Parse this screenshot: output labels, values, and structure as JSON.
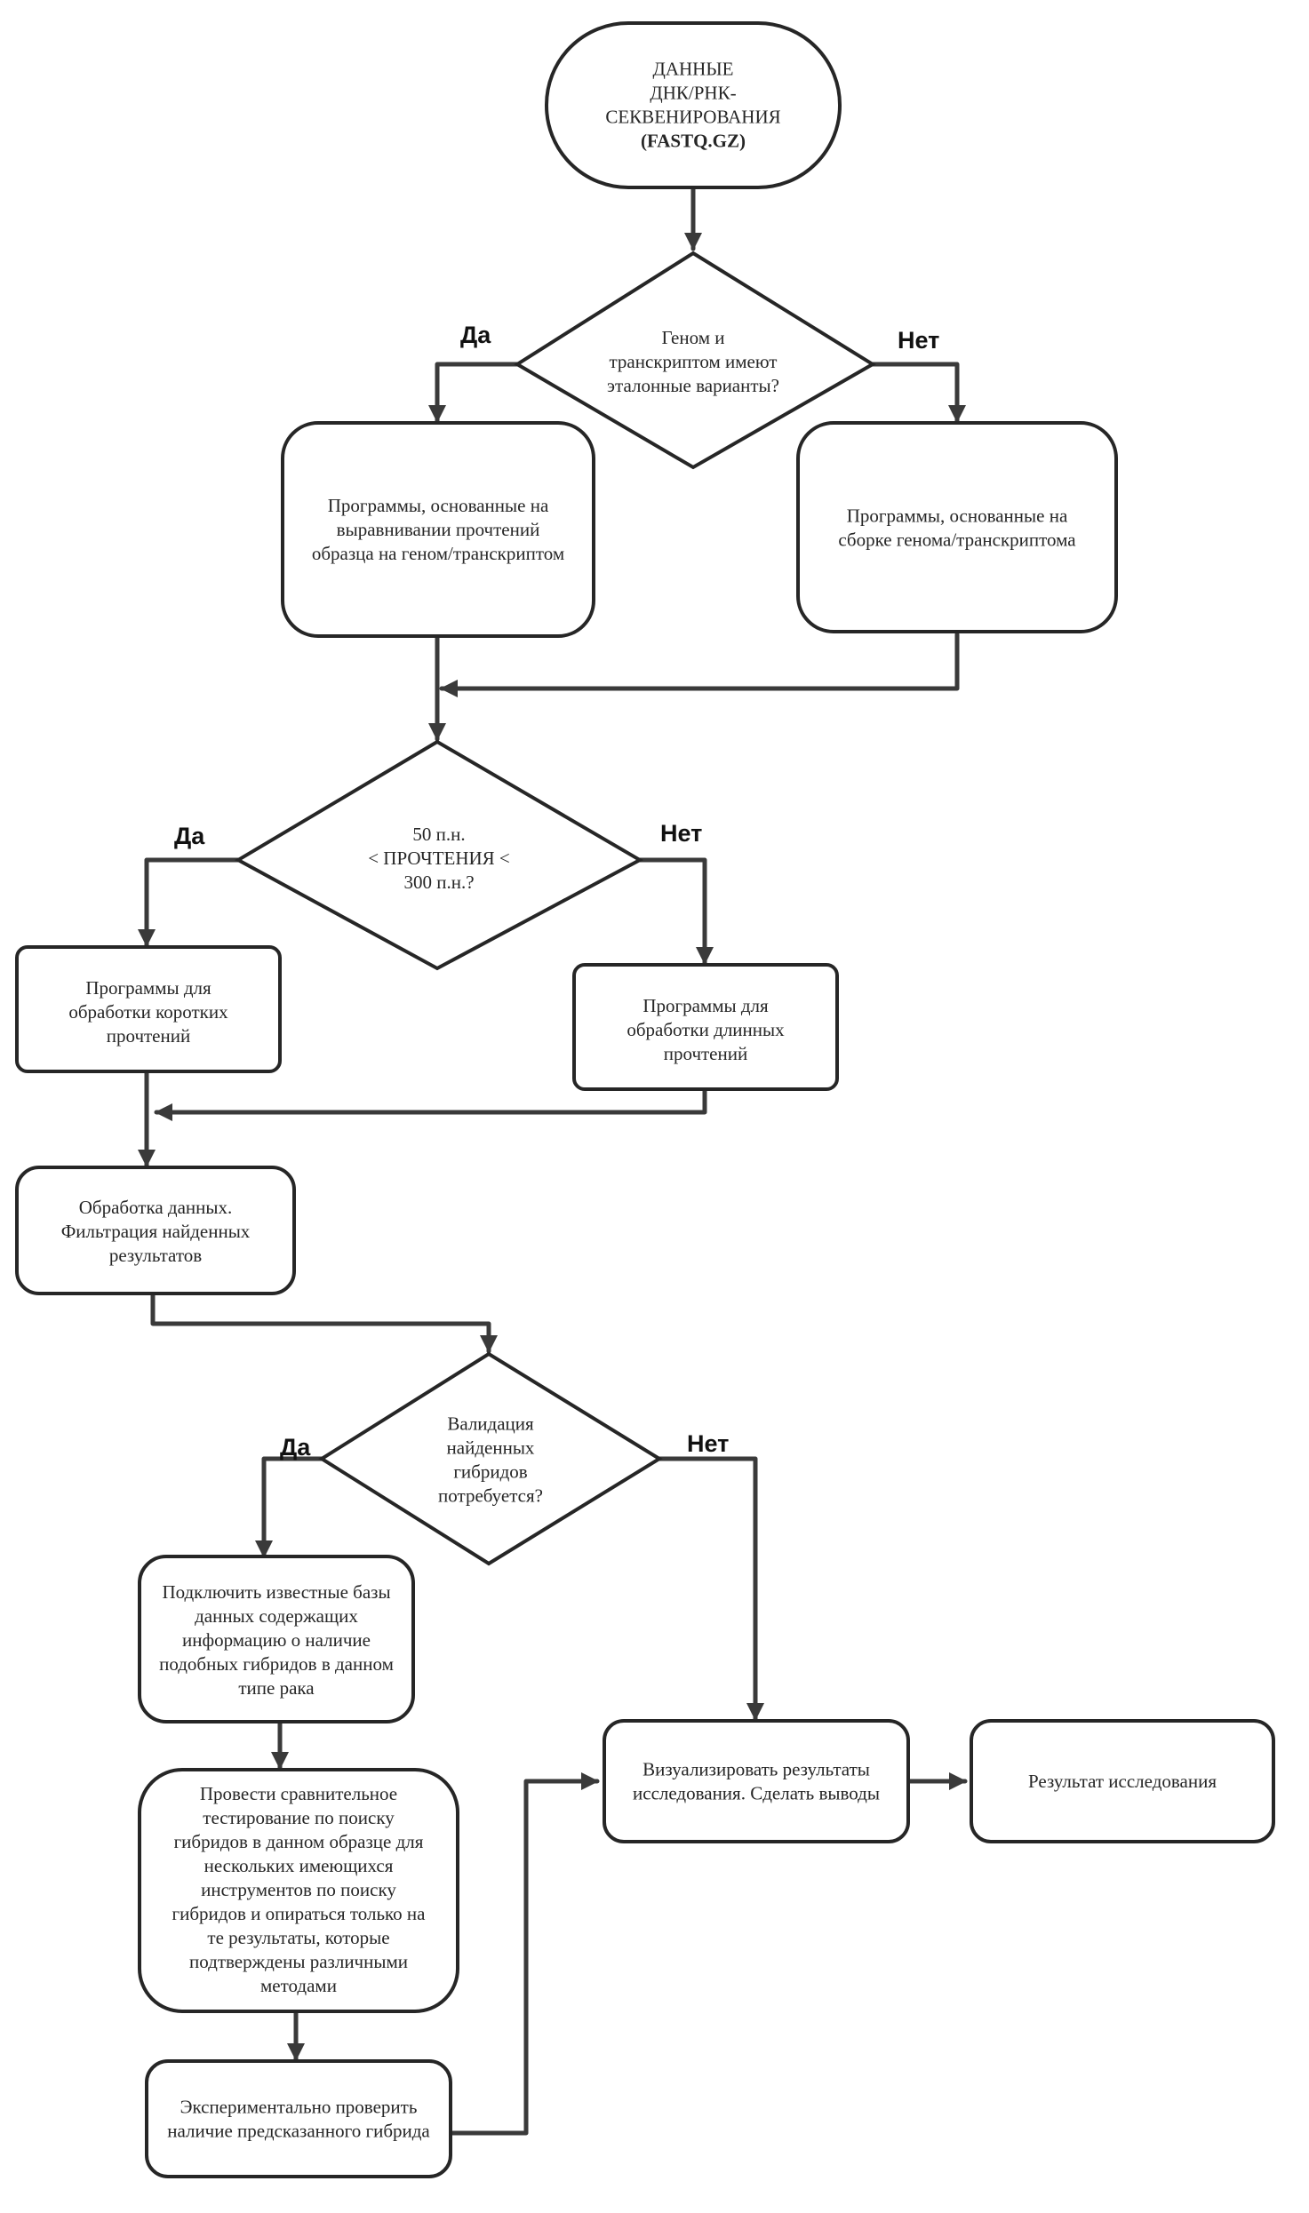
{
  "nodes": {
    "start": {
      "lines": [
        "ДАННЫЕ",
        "ДНК/РНК-",
        "СЕКВЕНИРОВАНИЯ",
        "(FASTQ.GZ)"
      ]
    },
    "decision_reference": {
      "lines": [
        "Геном и",
        "транскриптом имеют",
        "эталонные варианты?"
      ]
    },
    "alignment_programs": {
      "lines": [
        "Программы, основанные на",
        "выравнивании прочтений",
        "образца на геном/транскриптом"
      ]
    },
    "assembly_programs": {
      "lines": [
        "Программы, основанные на",
        "сборке генома/транскриптома"
      ]
    },
    "decision_read_length": {
      "lines": [
        "50 п.н.",
        "< ПРОЧТЕНИЯ <",
        "300 п.н.?"
      ]
    },
    "short_reads_programs": {
      "lines": [
        "Программы для",
        "обработки коротких",
        "прочтений"
      ]
    },
    "long_reads_programs": {
      "lines": [
        "Программы для",
        "обработки длинных",
        "прочтений"
      ]
    },
    "data_processing": {
      "lines": [
        "Обработка данных.",
        "Фильтрация найденных",
        "результатов"
      ]
    },
    "decision_validation": {
      "lines": [
        "Валидация",
        "найденных",
        "гибридов",
        "потребуется?"
      ]
    },
    "connect_databases": {
      "lines": [
        "Подключить известные базы",
        "данных содержащих",
        "информацию о наличие",
        "подобных гибридов в данном",
        "типе рака"
      ]
    },
    "comparative_testing": {
      "lines": [
        "Провести сравнительное",
        "тестирование по поиску",
        "гибридов в данном образце для",
        "нескольких имеющихся",
        "инструментов по поиску",
        "гибридов и опираться только на",
        "те результаты, которые",
        "подтверждены различными",
        "методами"
      ]
    },
    "experimental_check": {
      "lines": [
        "Экспериментально проверить",
        "наличие предсказанного гибрида"
      ]
    },
    "visualize": {
      "lines": [
        "Визуализировать результаты",
        "исследования. Сделать выводы"
      ]
    },
    "result": {
      "lines": [
        "Результат исследования"
      ]
    }
  },
  "branch_labels": {
    "d1_yes": "Да",
    "d1_no": "Нет",
    "d2_yes": "Да",
    "d2_no": "Нет",
    "d3_yes": "Да",
    "d3_no": "Нет"
  },
  "colors": {
    "stroke": "#262626",
    "edge": "#3a3a3a",
    "fill": "#ffffff"
  }
}
